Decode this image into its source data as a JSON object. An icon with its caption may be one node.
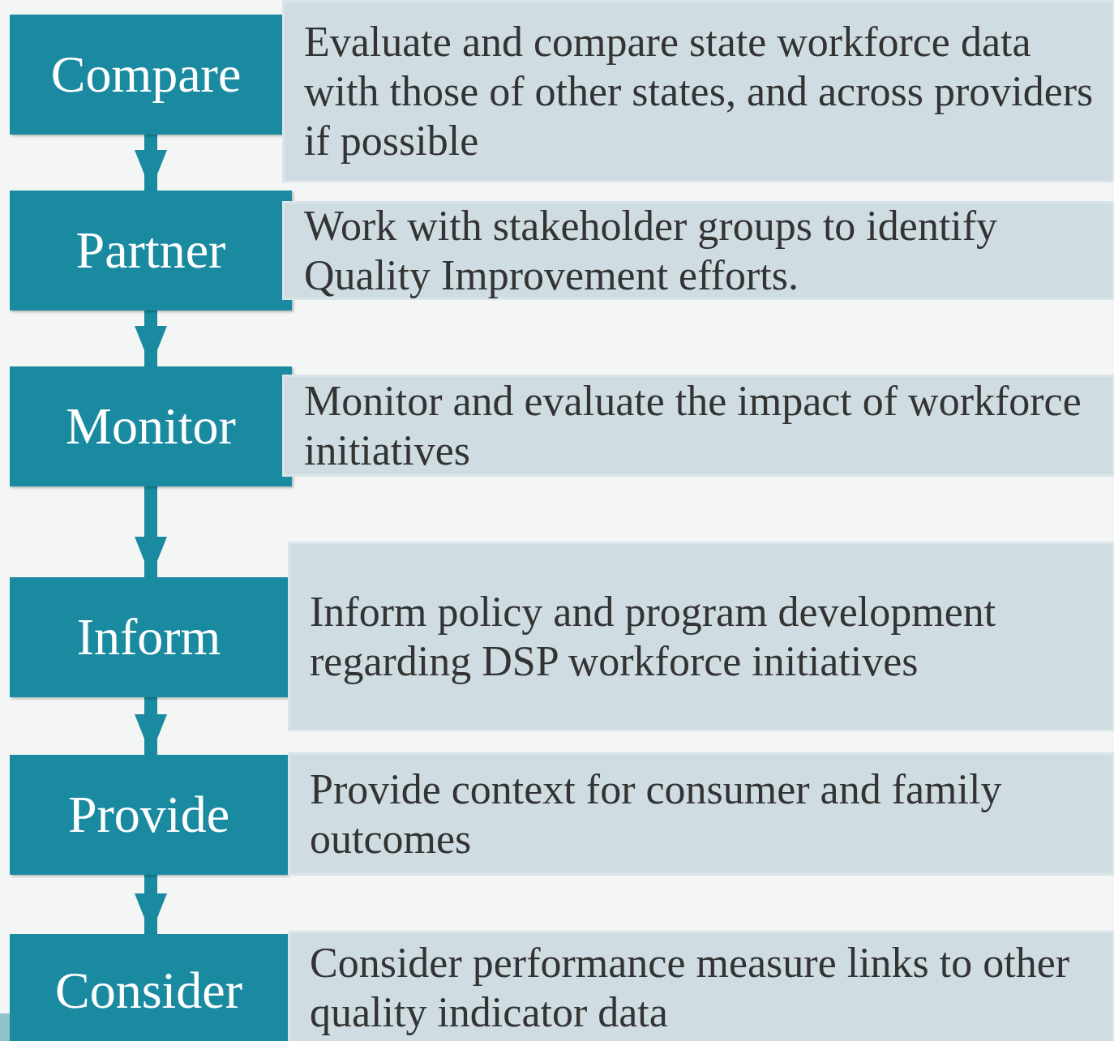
{
  "diagram": {
    "nodes": [
      {
        "text": [
          "Compare"
        ]
      },
      {
        "text": [
          "Evaluate and compare state workforce data with those of other states, and across providers if possible"
        ]
      },
      {
        "text": [
          "Partner"
        ]
      },
      {
        "text": [
          "Work with stakeholder groups to identify Quality Improvement efforts."
        ]
      },
      {
        "text": [
          "Monitor"
        ]
      },
      {
        "text": [
          "Monitor and evaluate the impact of workforce initiatives"
        ]
      },
      {
        "text": [
          "Inform"
        ]
      },
      {
        "text": [
          "Inform policy and program development regarding DSP workforce initiatives"
        ]
      },
      {
        "text": [
          "Provide"
        ]
      },
      {
        "text": [
          "Provide context for consumer and family outcomes"
        ]
      },
      {
        "text": [
          "Consider"
        ]
      },
      {
        "text": [
          "Consider performance measure links to other quality indicator data"
        ]
      }
    ],
    "edges": [
      {
        "from": 0,
        "to": 2,
        "arrow": "to"
      },
      {
        "from": 2,
        "to": 4,
        "arrow": "to"
      },
      {
        "from": 4,
        "to": 6,
        "arrow": "to"
      },
      {
        "from": 6,
        "to": 8,
        "arrow": "to"
      },
      {
        "from": 8,
        "to": 10,
        "arrow": "to"
      }
    ]
  }
}
